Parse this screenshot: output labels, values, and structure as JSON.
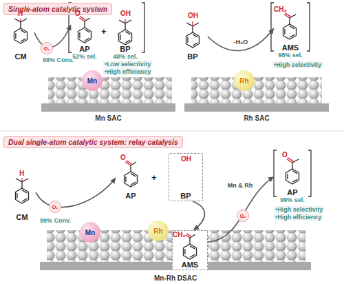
{
  "diagram": {
    "nodes": [
      {
        "text": [
          "Single-atom catalytic system"
        ]
      },
      {
        "text": [
          "CM"
        ]
      },
      {
        "text": [
          "O₂"
        ]
      },
      {
        "text": [
          "AP",
          "52% sel."
        ]
      },
      {
        "text": [
          "BP",
          "48% sel."
        ]
      },
      {
        "text": [
          "Mn SAC"
        ]
      },
      {
        "text": [
          "Mn"
        ],
        "in": 5
      },
      {
        "text": [
          "BP"
        ]
      },
      {
        "text": [
          "AMS",
          "98% sel."
        ]
      },
      {
        "text": [
          "Rh SAC"
        ]
      },
      {
        "text": [
          "Rh"
        ],
        "in": 9
      },
      {
        "text": [
          "Dual single-atom catalytic system: relay catalysis"
        ]
      },
      {
        "text": [
          "CM"
        ]
      },
      {
        "text": [
          "O₂"
        ]
      },
      {
        "text": [
          "AP"
        ]
      },
      {
        "text": [
          "BP"
        ]
      },
      {
        "text": [
          "Mn-Rh DSAC"
        ]
      },
      {
        "text": [
          "Mn"
        ],
        "in": 16
      },
      {
        "text": [
          "Rh"
        ],
        "in": 16
      },
      {
        "text": [
          "AMS"
        ],
        "in": 16
      },
      {
        "text": [
          "O₂"
        ]
      },
      {
        "text": [
          "AP",
          "99% sel."
        ]
      }
    ],
    "edges": [
      {
        "from": 1,
        "to": 3,
        "arrow": "to"
      },
      {
        "from": 7,
        "to": 8,
        "arrow": "to",
        "label": "-H₂O"
      },
      {
        "from": 12,
        "to": 14,
        "arrow": "to"
      },
      {
        "from": 15,
        "to": 19,
        "arrow": "to"
      },
      {
        "from": 19,
        "to": 21,
        "arrow": "to",
        "label": "Mn & Rh"
      }
    ],
    "labels": [
      "98% Conv.",
      "•Low selectivity",
      "•High efficiency",
      "+",
      "•High selectivity",
      "+",
      "99% Conv.",
      "•High selectivity",
      "•High efficiency",
      "H",
      "O",
      "OH",
      "OH",
      "CH₂",
      "H",
      "O",
      "OH",
      "CH₂",
      "O"
    ]
  }
}
